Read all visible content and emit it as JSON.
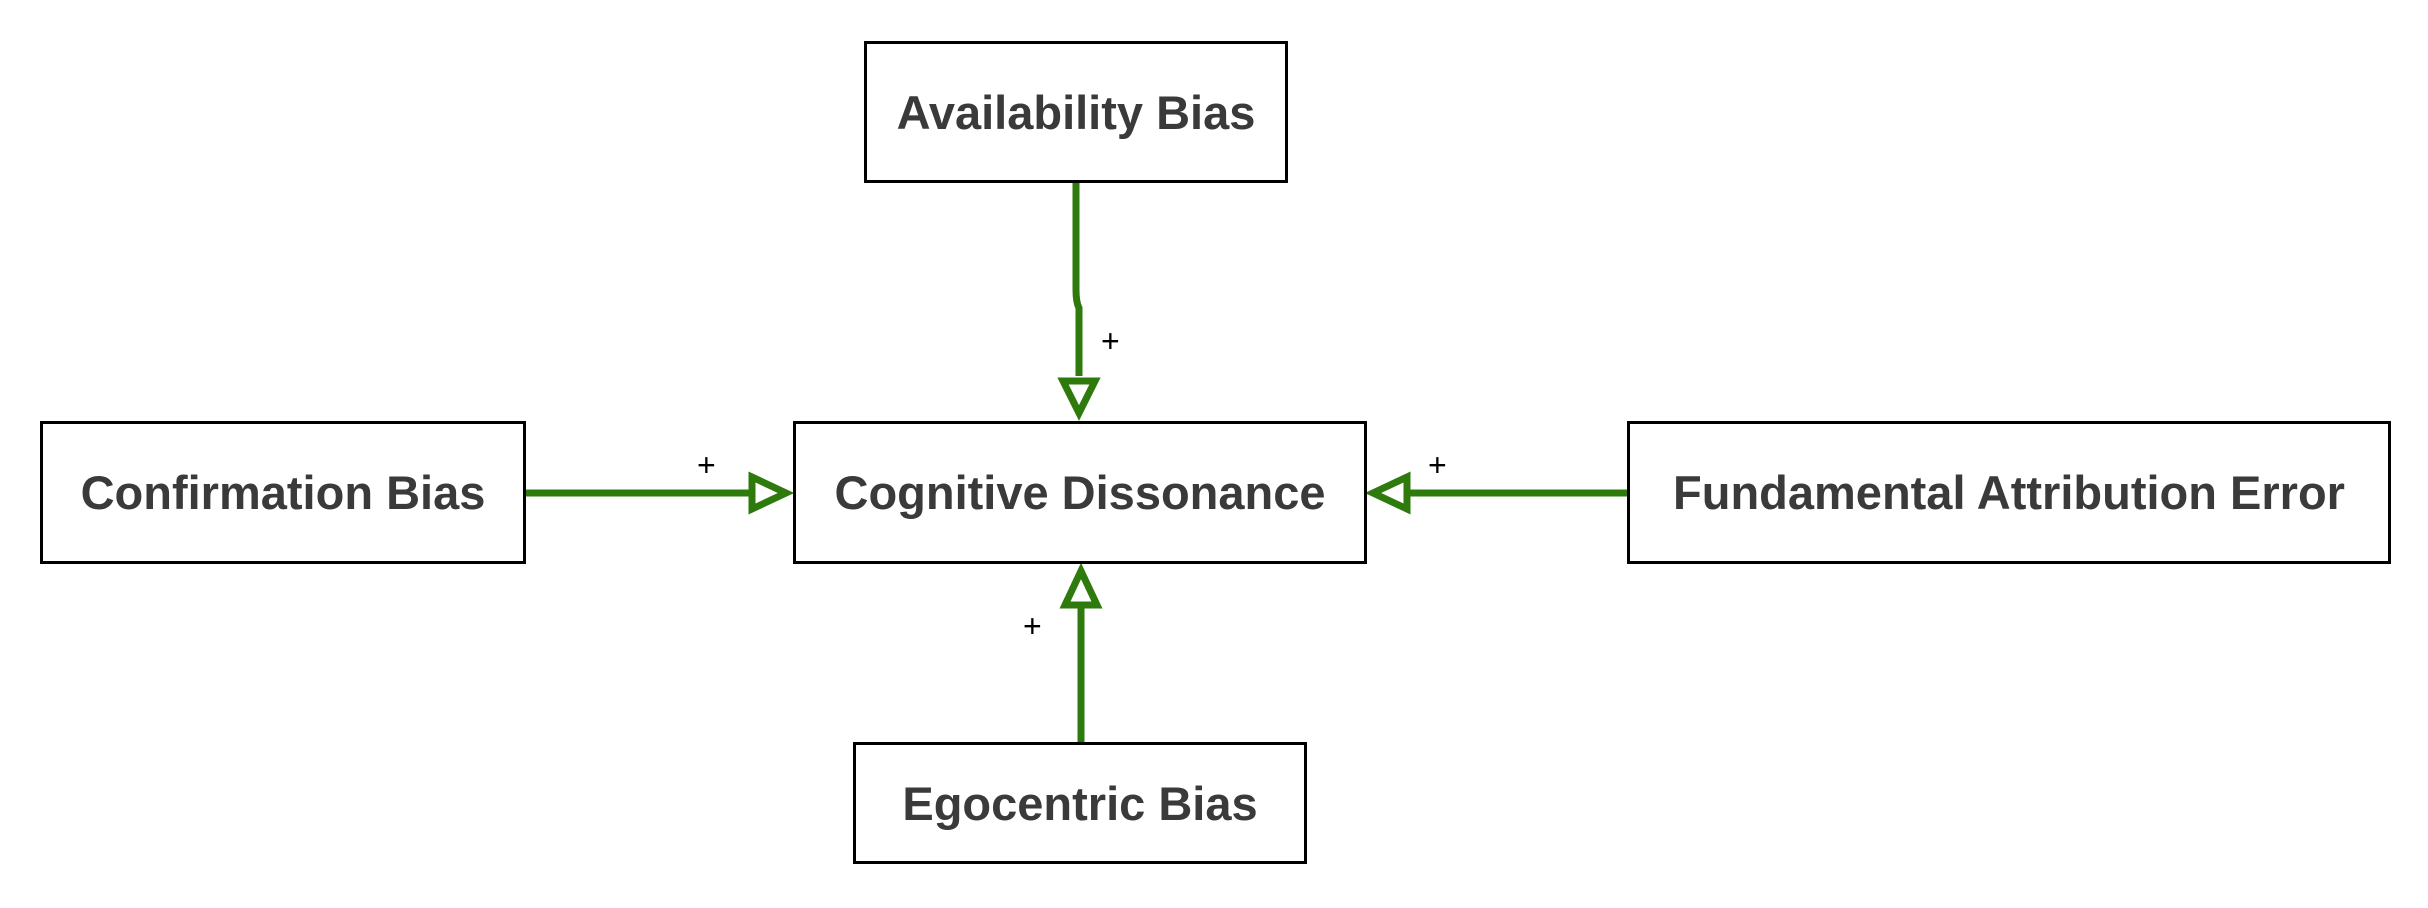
{
  "diagram": {
    "nodes": [
      {
        "id": "availability",
        "label": "Availability Bias"
      },
      {
        "id": "confirmation",
        "label": "Confirmation Bias"
      },
      {
        "id": "cognitive",
        "label": "Cognitive Dissonance"
      },
      {
        "id": "fundamental",
        "label": "Fundamental Attribution Error"
      },
      {
        "id": "egocentric",
        "label": "Egocentric Bias"
      }
    ],
    "edges": [
      {
        "from": "availability",
        "to": "cognitive",
        "sign": "+"
      },
      {
        "from": "confirmation",
        "to": "cognitive",
        "sign": "+"
      },
      {
        "from": "fundamental",
        "to": "cognitive",
        "sign": "+"
      },
      {
        "from": "egocentric",
        "to": "cognitive",
        "sign": "+"
      }
    ],
    "colors": {
      "edge": "#2e7a0c",
      "node_border": "#000000",
      "node_text": "#3a3a3a"
    }
  }
}
